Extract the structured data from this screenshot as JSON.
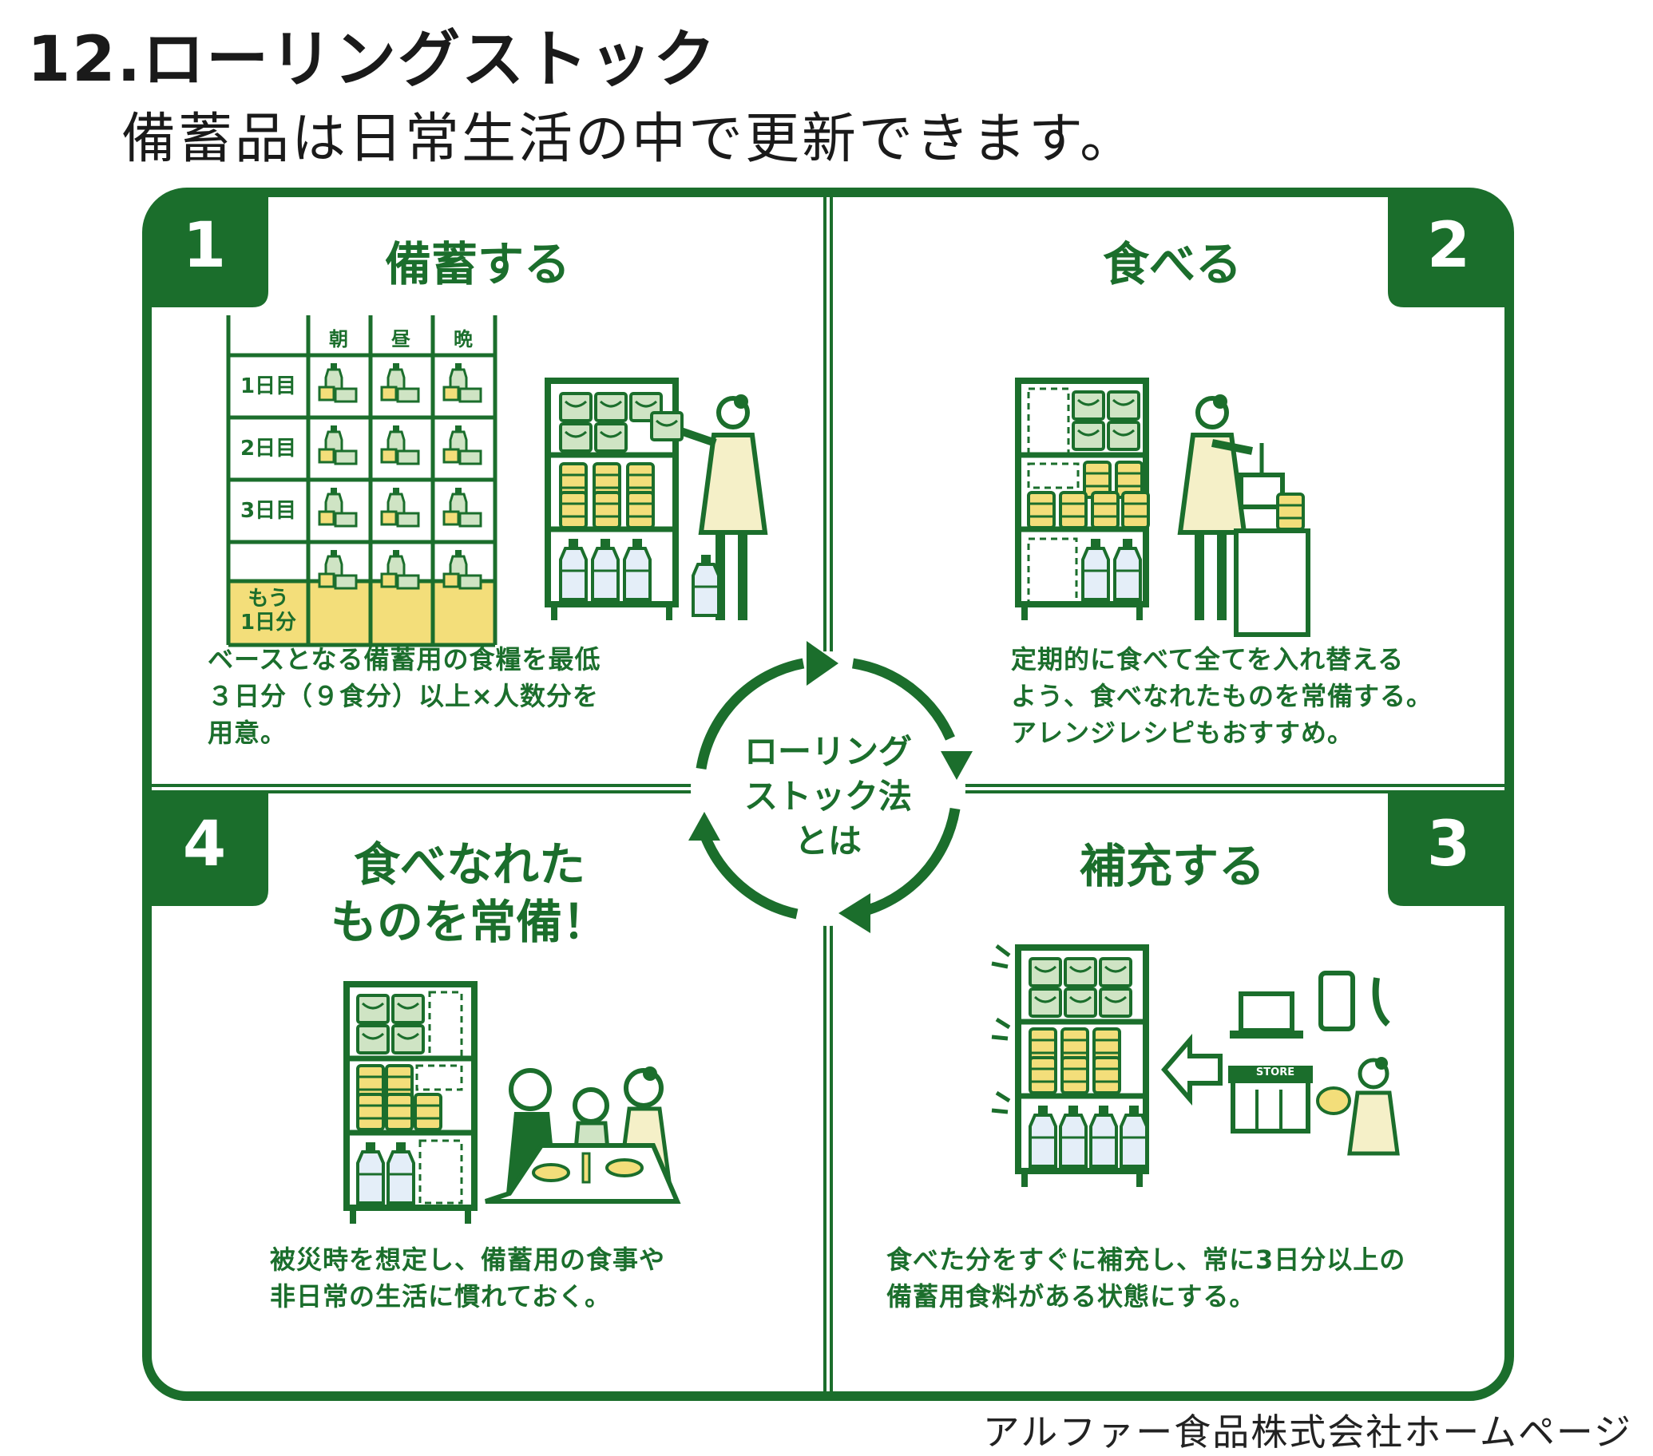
{
  "header": {
    "title": "12.ローリングストック",
    "subtitle": "備蓄品は日常生活の中で更新できます。"
  },
  "colors": {
    "green": "#1b6e2c",
    "light_green": "#cfe4c4",
    "highlight": "#f3de7a",
    "water": "#e4eef8"
  },
  "center": {
    "line1": "ローリング",
    "line2": "ストック法",
    "line3": "とは"
  },
  "panels": [
    {
      "number": "1",
      "title": "備蓄する",
      "desc": [
        "ベースとなる備蓄用の食糧を最低",
        "３日分（９食分）以上×人数分を",
        "用意。"
      ]
    },
    {
      "number": "2",
      "title": "食べる",
      "desc": [
        "定期的に食べて全てを入れ替える",
        "よう、食べなれたものを常備する。",
        "アレンジレシピもおすすめ。"
      ]
    },
    {
      "number": "3",
      "title": "補充する",
      "desc": [
        "食べた分をすぐに補充し、常に3日分以上の",
        "備蓄用食料がある状態にする。"
      ]
    },
    {
      "number": "4",
      "title": [
        "食べなれた",
        "ものを常備！"
      ],
      "desc": [
        "被災時を想定し、備蓄用の食事や",
        "非日常の生活に慣れておく。"
      ]
    }
  ],
  "meal_table": {
    "columns": [
      "朝",
      "昼",
      "晩"
    ],
    "rows": [
      "1日目",
      "2日目",
      "3日目",
      [
        "もう",
        "1日分"
      ]
    ]
  },
  "store_sign": "STORE",
  "source": "アルファー食品株式会社ホームページ"
}
